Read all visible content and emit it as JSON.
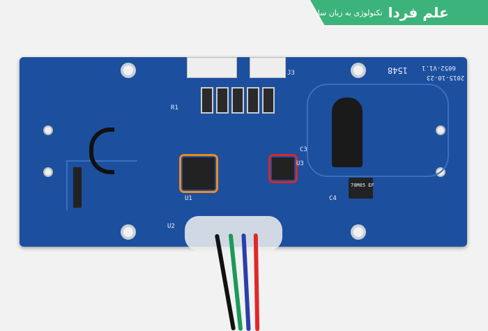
{
  "logo": {
    "brand": "علم فردا",
    "tagline": "تکنولوژی به زبان ساده"
  },
  "board": {
    "silkscreen": [
      "6052-V1.1",
      "2015-10-23",
      "1548"
    ],
    "regulator": "70M05 EF",
    "labels": [
      "U1",
      "U2",
      "U3",
      "C3",
      "C4",
      "R1",
      "J3"
    ]
  },
  "colors": {
    "board": "#1c4f9e",
    "highlight_orange": "#f08a1c",
    "highlight_red": "#d8282a",
    "brand_green": "#3cb37a"
  }
}
